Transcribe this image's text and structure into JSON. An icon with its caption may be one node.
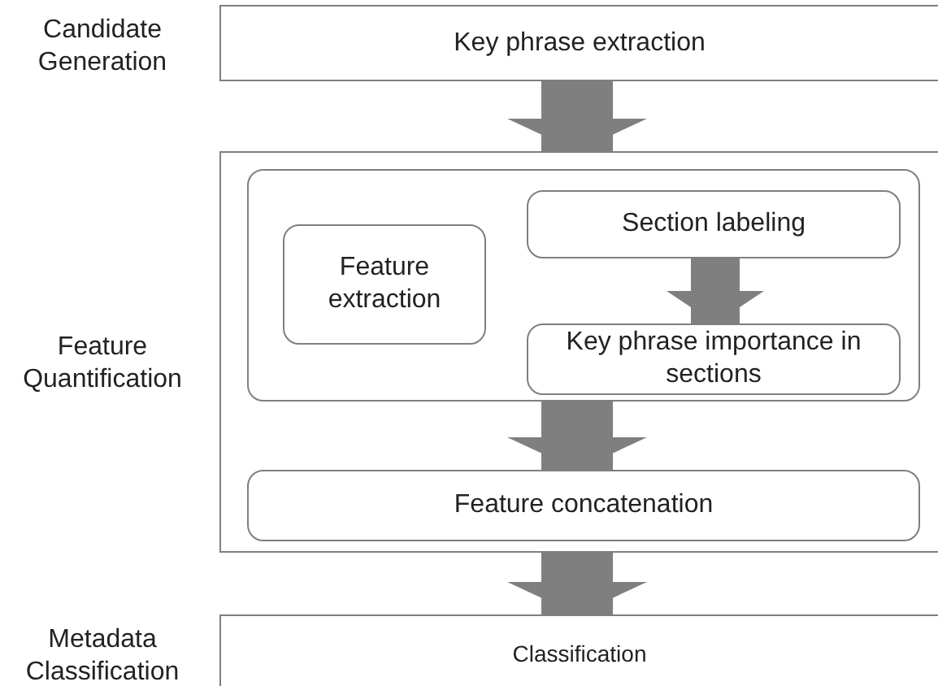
{
  "diagram": {
    "nodes": [
      {
        "text": [
          "Candidate Generation",
          "Key phrase extraction"
        ]
      },
      {
        "text": [
          "Feature Quantification"
        ]
      },
      {
        "text": [],
        "shape": "box",
        "in": 1
      },
      {
        "text": [
          "Feature extraction"
        ],
        "in": 2
      },
      {
        "text": [
          "Section labeling"
        ],
        "in": 2
      },
      {
        "text": [
          "Key phrase importance in sections"
        ],
        "in": 2
      },
      {
        "text": [
          "Feature concatenation"
        ],
        "in": 1
      },
      {
        "text": [
          "Metadata Classification",
          "Classification"
        ]
      }
    ],
    "edges": [
      {
        "from": 0,
        "to": 1,
        "arrow": "to"
      },
      {
        "from": 4,
        "to": 5,
        "arrow": "to"
      },
      {
        "from": 2,
        "to": 6,
        "arrow": "to"
      },
      {
        "from": 1,
        "to": 7,
        "arrow": "to"
      }
    ]
  }
}
